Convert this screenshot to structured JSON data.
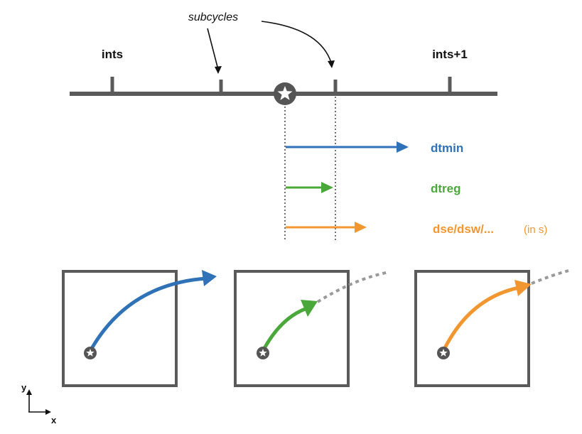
{
  "timeline": {
    "label_start": "ints",
    "label_end": "ints+1",
    "annotation": "subcycles"
  },
  "arrows": [
    {
      "label": "dtmin",
      "color": "#2f72b7"
    },
    {
      "label": "dtreg",
      "color": "#4aa83a"
    },
    {
      "label": "dse/dsw/...",
      "unit": "(in s)",
      "color": "#f2962f"
    }
  ],
  "axes": {
    "x_label": "x",
    "y_label": "y"
  },
  "colors": {
    "timeline": "#5a5a5a",
    "box": "#5a5a5a",
    "dashed": "#9a9a9a",
    "star_bg": "#555555",
    "star_fg": "#ffffff",
    "guide": "#333333"
  }
}
